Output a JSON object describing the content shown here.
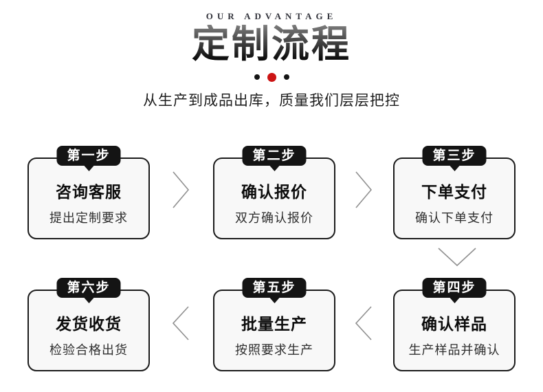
{
  "header": {
    "eyebrow": "OUR ADVANTAGE",
    "title": "定制流程",
    "subtitle": "从生产到成品出库，质量我们层层把控"
  },
  "colors": {
    "accent_red": "#cc1414",
    "badge_black": "#141414",
    "box_bg": "#f8f8f8",
    "box_border": "#1b1b1b",
    "arrow_gray": "#8f8f8f"
  },
  "steps": [
    {
      "badge": "第一步",
      "title": "咨询客服",
      "desc": "提出定制要求"
    },
    {
      "badge": "第二步",
      "title": "确认报价",
      "desc": "双方确认报价"
    },
    {
      "badge": "第三步",
      "title": "下单支付",
      "desc": "确认下单支付"
    },
    {
      "badge": "第四步",
      "title": "确认样品",
      "desc": "生产样品并确认"
    },
    {
      "badge": "第五步",
      "title": "批量生产",
      "desc": "按照要求生产"
    },
    {
      "badge": "第六步",
      "title": "发货收货",
      "desc": "检验合格出货"
    }
  ]
}
